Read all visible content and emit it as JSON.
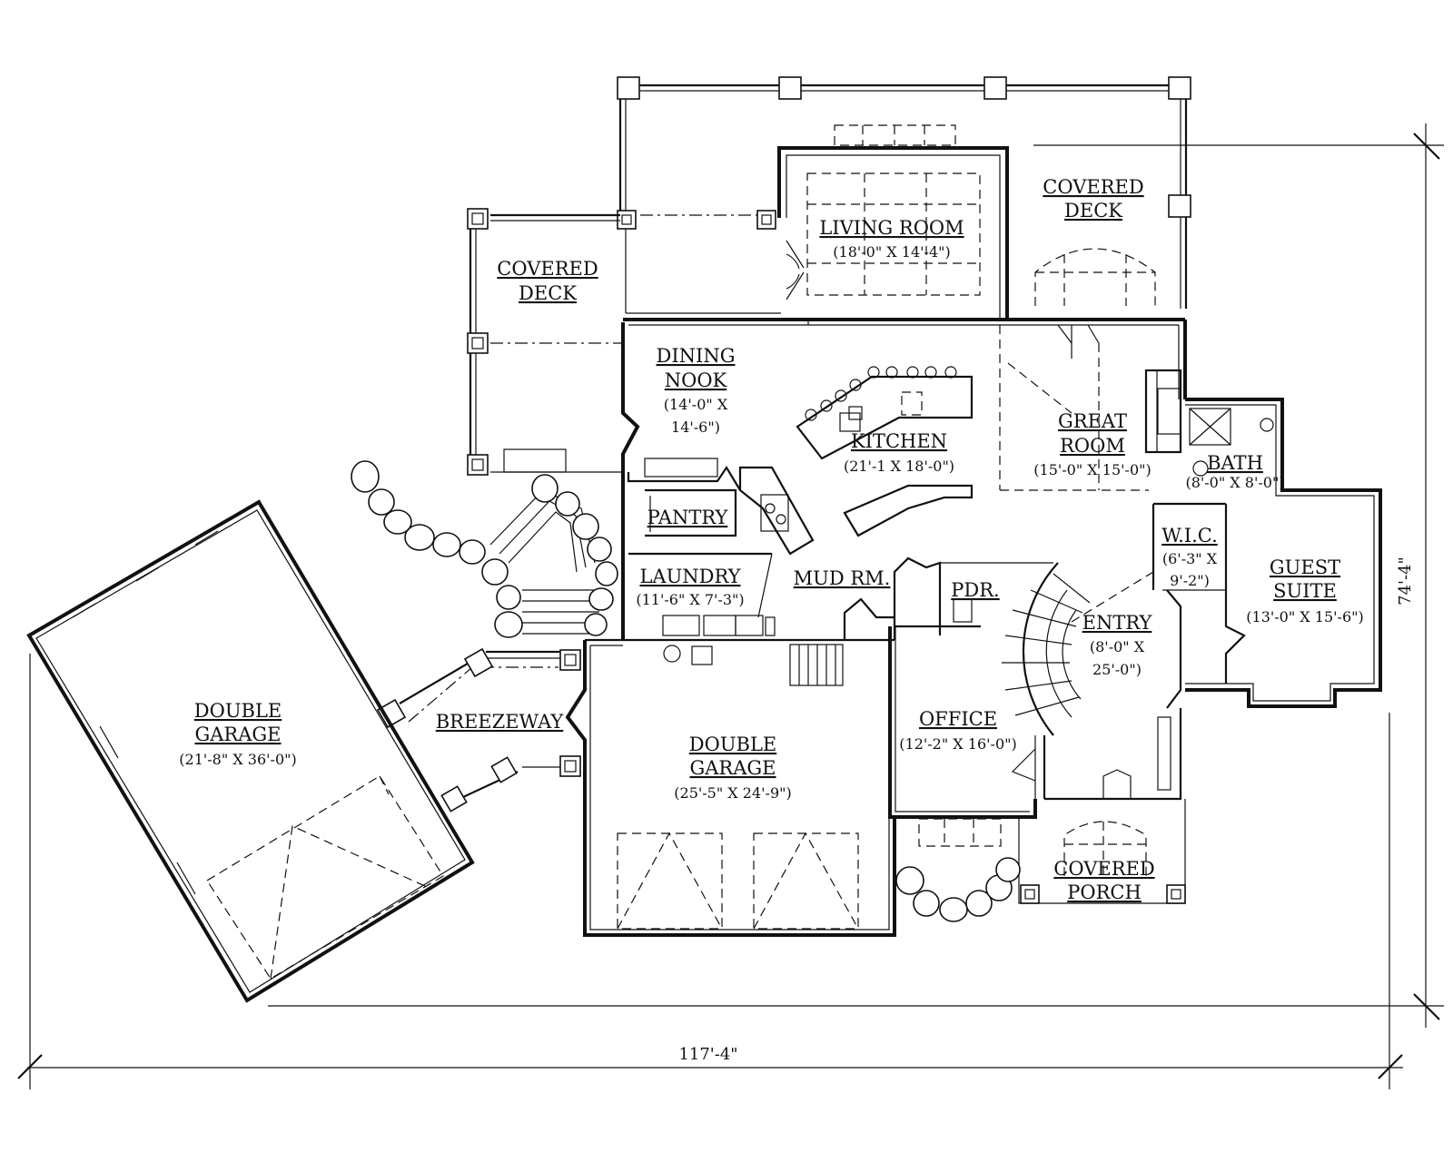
{
  "rooms": {
    "covered_deck_top": {
      "name_1": "COVERED",
      "name_2": "DECK"
    },
    "living_room": {
      "name": "LIVING ROOM",
      "dims": "(18'-0\" X 14'-4\")"
    },
    "covered_deck_left": {
      "name_1": "COVERED",
      "name_2": "DECK"
    },
    "dining_nook": {
      "name_1": "DINING",
      "name_2": "NOOK",
      "dims_1": "(14'-0\" X",
      "dims_2": "14'-6\")"
    },
    "kitchen": {
      "name": "KITCHEN",
      "dims": "(21'-1 X 18'-0\")"
    },
    "great_room": {
      "name_1": "GREAT",
      "name_2": "ROOM",
      "dims": "(15'-0\" X 15'-0\")"
    },
    "bath": {
      "name": "BATH",
      "dims": "(8'-0\" X 8'-0\")"
    },
    "pantry": {
      "name": "PANTRY"
    },
    "laundry": {
      "name": "LAUNDRY",
      "dims": "(11'-6\" X 7'-3\")"
    },
    "mud_room": {
      "name": "MUD RM."
    },
    "pdr": {
      "name": "PDR."
    },
    "wic": {
      "name": "W.I.C.",
      "dims_1": "(6'-3\" X",
      "dims_2": "9'-2\")"
    },
    "guest_suite": {
      "name_1": "GUEST",
      "name_2": "SUITE",
      "dims": "(13'-0\" X 15'-6\")"
    },
    "entry": {
      "name": "ENTRY",
      "dims_1": "(8'-0\" X",
      "dims_2": "25'-0\")"
    },
    "breezeway": {
      "name": "BREEZEWAY"
    },
    "double_garage_left": {
      "name_1": "DOUBLE",
      "name_2": "GARAGE",
      "dims": "(21'-8\" X 36'-0\")"
    },
    "double_garage_main": {
      "name_1": "DOUBLE",
      "name_2": "GARAGE",
      "dims": "(25'-5\" X 24'-9\")"
    },
    "office": {
      "name": "OFFICE",
      "dims": "(12'-2\" X 16'-0\")"
    },
    "covered_porch": {
      "name_1": "COVERED",
      "name_2": "PORCH"
    }
  },
  "overall": {
    "width": "117'-4\"",
    "depth": "74'-4\""
  }
}
